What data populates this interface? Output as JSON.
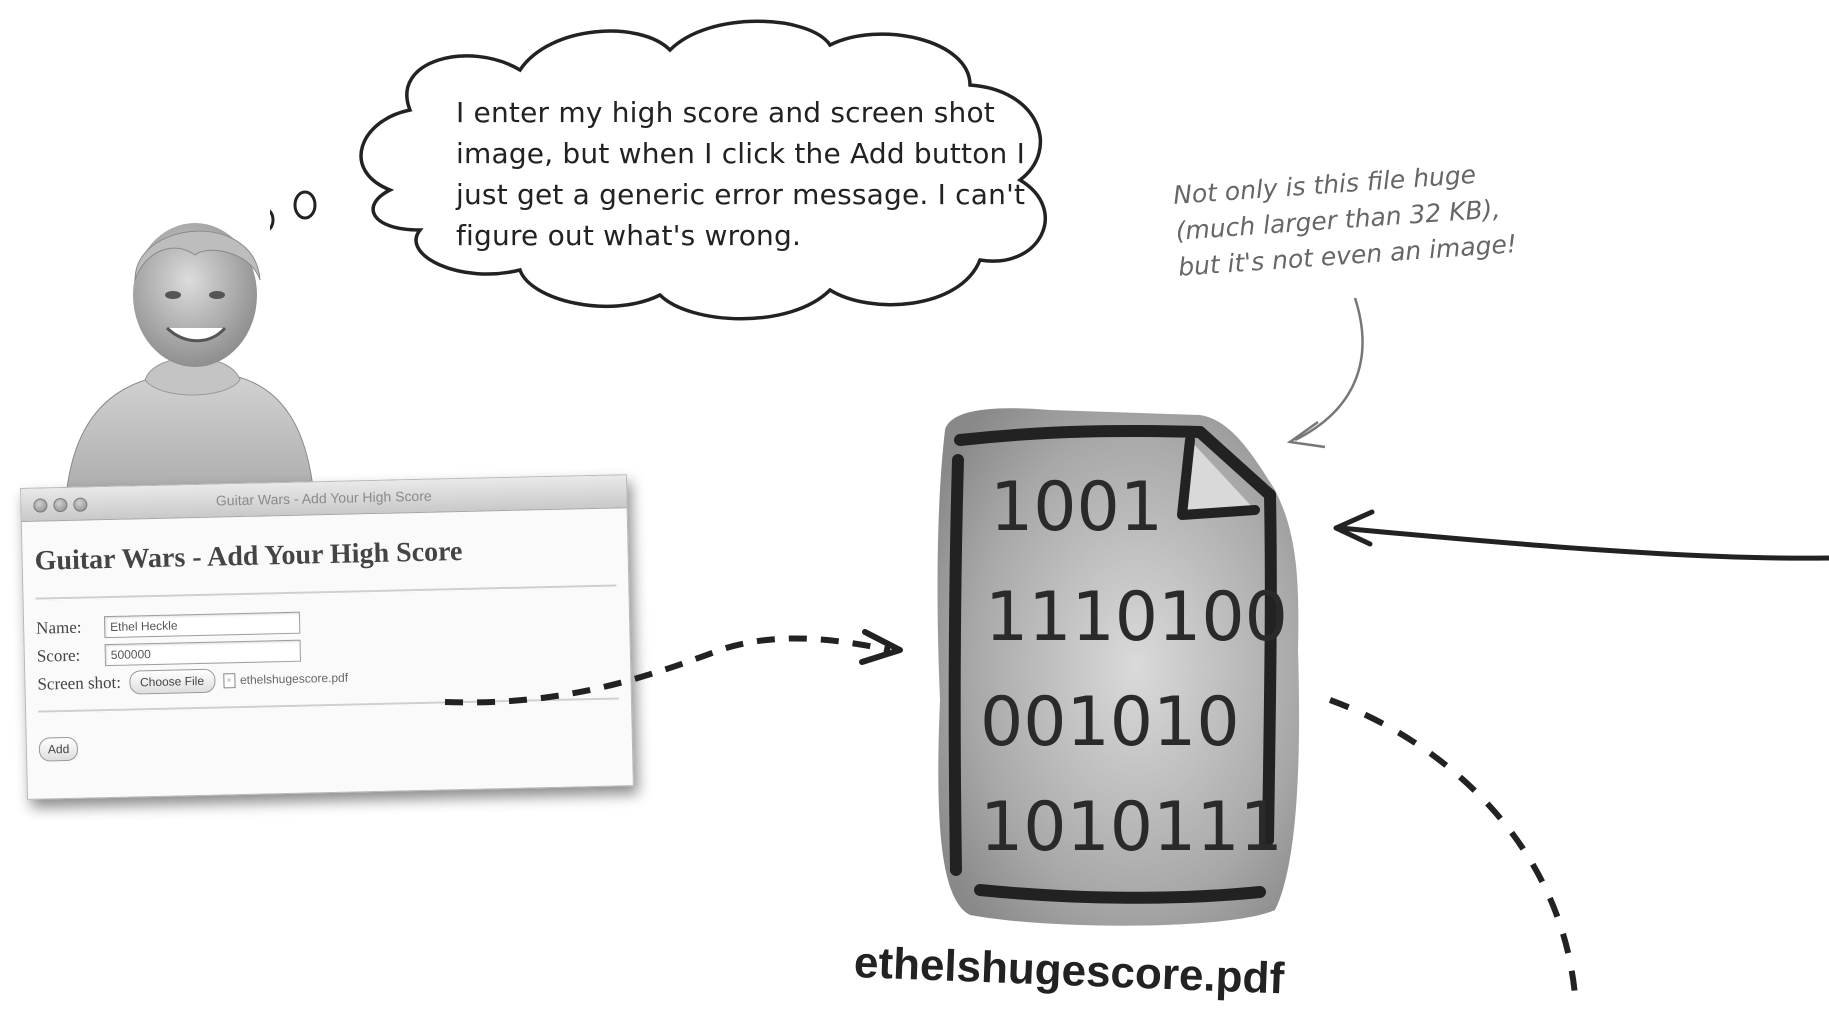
{
  "thought_bubble": {
    "text": "I enter my high score and screen shot image, but when I click the Add button I just get a generic error message. I can't figure out what's wrong."
  },
  "window": {
    "title": "Guitar Wars - Add Your High Score",
    "heading": "Guitar Wars - Add Your High Score",
    "form": {
      "name_label": "Name:",
      "name_value": "Ethel Heckle",
      "score_label": "Score:",
      "score_value": "500000",
      "screenshot_label": "Screen shot:",
      "choose_file_label": "Choose File",
      "file_name": "ethelshugescore.pdf",
      "add_label": "Add"
    }
  },
  "annotation": {
    "lines": [
      "Not only is this file huge",
      "(much larger than 32 KB),",
      "but it's not even an image!"
    ]
  },
  "file_illustration": {
    "binary_lines": [
      "1001",
      "1110100",
      "001010",
      "1010111"
    ],
    "caption": "ethelshugescore.pdf"
  },
  "icons": [
    "thought-bubble",
    "person-photo",
    "document-icon",
    "file-icon"
  ],
  "colors": {
    "ink": "#222222",
    "annotation": "#666666",
    "window_bg": "#fafafa"
  }
}
